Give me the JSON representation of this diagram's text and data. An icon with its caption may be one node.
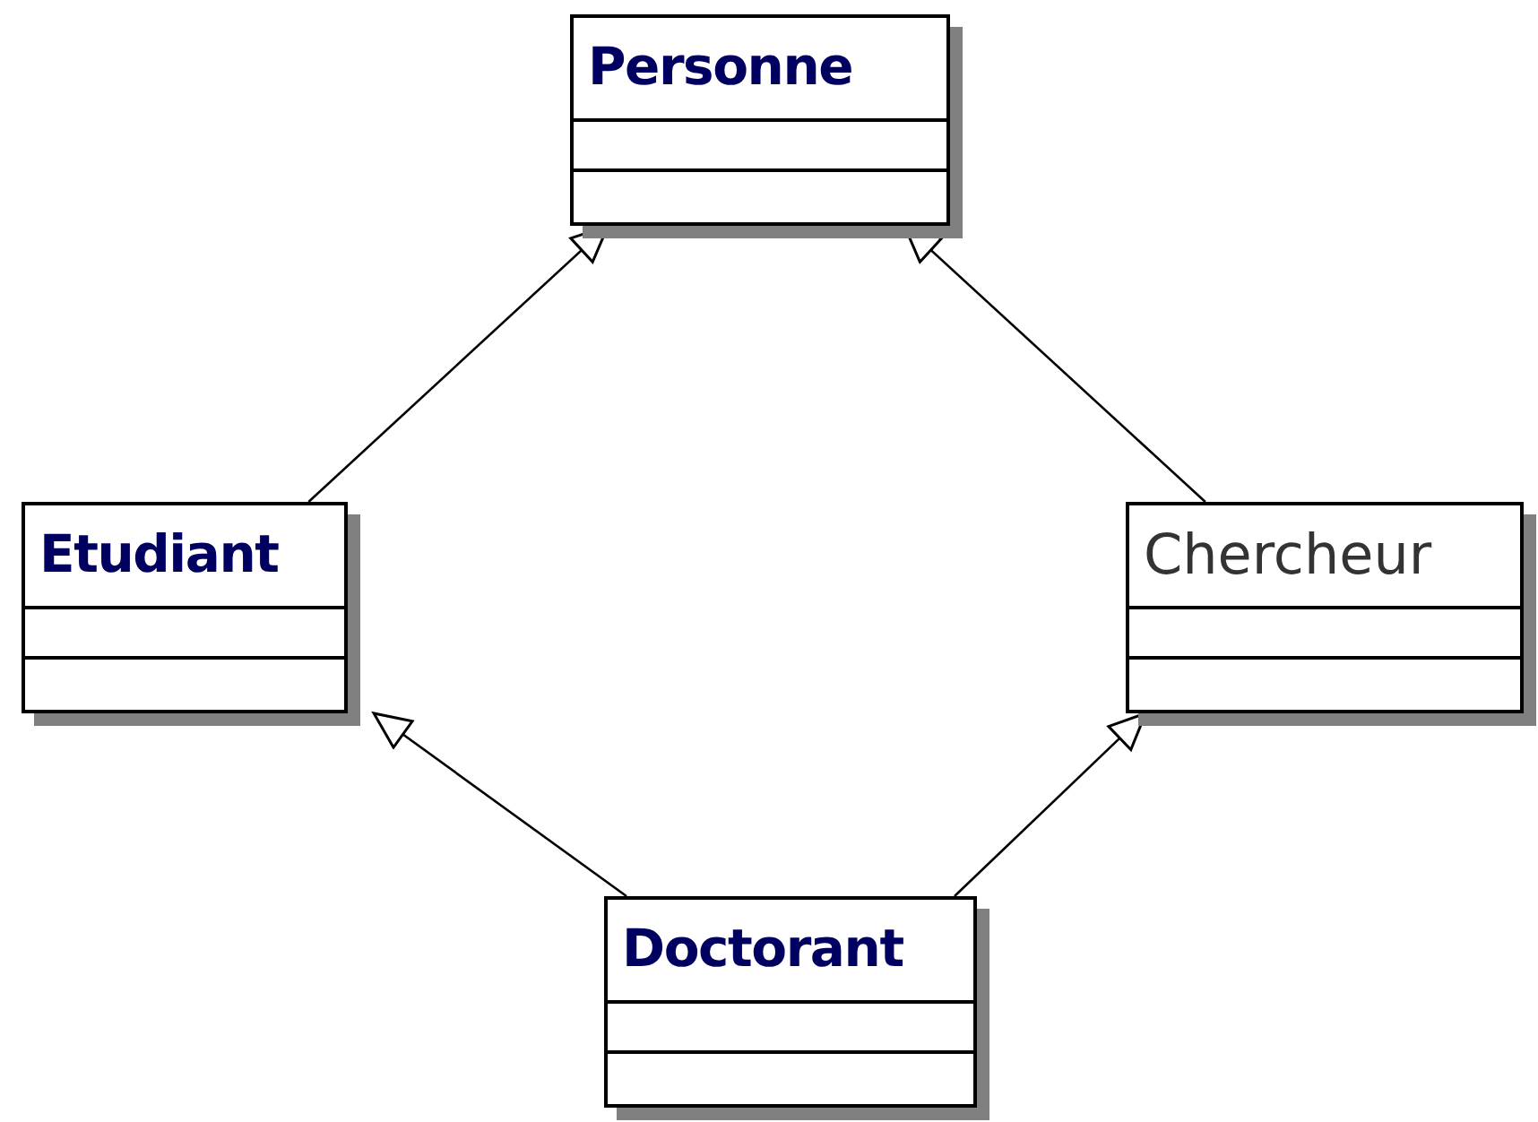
{
  "diagram": {
    "nodes": [
      {
        "text": [
          "Personne"
        ]
      },
      {
        "text": [
          "Etudiant"
        ]
      },
      {
        "text": [
          "Chercheur"
        ]
      },
      {
        "text": [
          "Doctorant"
        ]
      }
    ],
    "edges": [
      {
        "from": 1,
        "to": 0,
        "arrow": "to"
      },
      {
        "from": 2,
        "to": 0,
        "arrow": "to"
      },
      {
        "from": 3,
        "to": 1,
        "arrow": "to"
      },
      {
        "from": 3,
        "to": 2,
        "arrow": "to"
      }
    ]
  }
}
